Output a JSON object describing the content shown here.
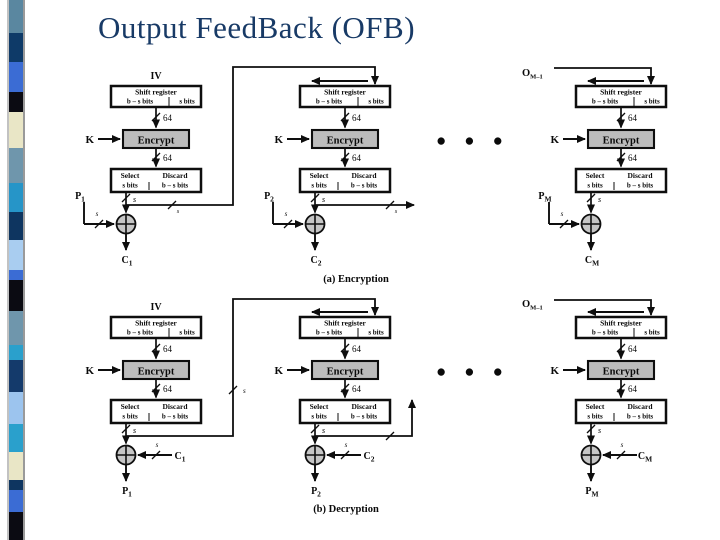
{
  "slide": {
    "title": "Output FeedBack (OFB)"
  },
  "labels": {
    "iv": "IV",
    "feedback_input_main": "O",
    "feedback_input_sub": "M–1",
    "shift_register": "Shift register",
    "left_bits": "b – s bits",
    "right_bits": "s bits",
    "bus_width": "64",
    "encrypt": "Encrypt",
    "key": "K",
    "select": "Select",
    "select_bits": "s bits",
    "discard": "Discard",
    "discard_bits": "b – s bits",
    "s": "s",
    "plaintext_main": "P",
    "ciphertext_main": "C",
    "sub_1": "1",
    "sub_2": "2",
    "sub_m": "M",
    "ellipsis": "●●●",
    "caption_encryption": "(a) Encryption",
    "caption_decryption": "(b) Decryption"
  },
  "theme": {
    "title_color": "#183a66",
    "line_color": "#0e0e0e",
    "encrypt_fill": "#bcbcbc",
    "xor_fill": "#c6c6c6",
    "box_fill": "#ffffff"
  },
  "decoration": {
    "left_strip": {
      "segments": [
        {
          "height": 33,
          "color": "#5a87a0"
        },
        {
          "height": 29,
          "color": "#0e3a68"
        },
        {
          "height": 30,
          "color": "#3b6cd4"
        },
        {
          "height": 20,
          "color": "#0b0b12"
        },
        {
          "height": 36,
          "color": "#e9e6c6"
        },
        {
          "height": 35,
          "color": "#6f96ac"
        },
        {
          "height": 29,
          "color": "#2695c8"
        },
        {
          "height": 28,
          "color": "#0e3560"
        },
        {
          "height": 30,
          "color": "#a9cdf0"
        },
        {
          "height": 10,
          "color": "#3b6cd4"
        },
        {
          "height": 31,
          "color": "#0b0b12"
        },
        {
          "height": 34,
          "color": "#6f96ac"
        },
        {
          "height": 15,
          "color": "#2aa0cc"
        },
        {
          "height": 32,
          "color": "#143a6b"
        },
        {
          "height": 32,
          "color": "#9cc4ee"
        },
        {
          "height": 28,
          "color": "#2aa0cc"
        },
        {
          "height": 28,
          "color": "#e9e6c6"
        },
        {
          "height": 10,
          "color": "#0e3560"
        },
        {
          "height": 22,
          "color": "#3b6cd4"
        },
        {
          "height": 28,
          "color": "#0b0b12"
        }
      ]
    }
  }
}
